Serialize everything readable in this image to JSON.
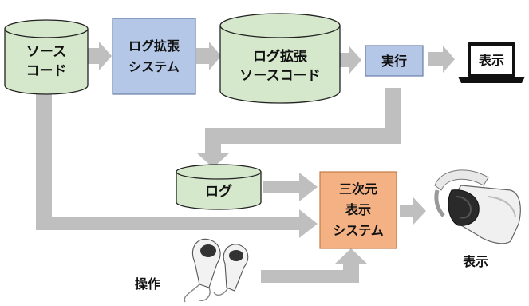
{
  "nodes": {
    "source_code": {
      "line1": "ソース",
      "line2": "コード"
    },
    "log_ext_system": {
      "line1": "ログ拡張",
      "line2": "システム"
    },
    "extended_source": {
      "line1": "ログ拡張",
      "line2": "ソースコード"
    },
    "execute": {
      "label": "実行"
    },
    "display_monitor": {
      "label": "表示"
    },
    "log": {
      "label": "ログ"
    },
    "viz_system": {
      "line1": "三次元",
      "line2": "表示",
      "line3": "システム"
    },
    "display_headset": {
      "label": "表示"
    },
    "operation": {
      "label": "操作"
    }
  },
  "colors": {
    "cylinder_fill": "#d5e8cb",
    "cylinder_stroke": "#222222",
    "process_fill": "#b4c7e7",
    "process_stroke": "#6a7fa8",
    "viz_fill": "#f4b183",
    "viz_stroke": "#c57a45",
    "arrow": "#bfbfbf",
    "laptop": "#111111"
  },
  "icons": {
    "monitor": "laptop-icon",
    "headset": "vr-headset-icon",
    "controllers": "vr-controllers-icon"
  }
}
